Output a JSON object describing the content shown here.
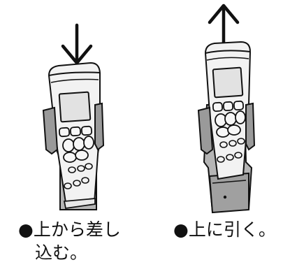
{
  "panels": [
    {
      "action": "insert",
      "arrow_direction": "down",
      "caption_lines": [
        "●上から差し",
        "込む。"
      ]
    },
    {
      "action": "pull-out",
      "arrow_direction": "up",
      "caption_lines": [
        "●上に引く。"
      ]
    }
  ],
  "colors": {
    "outline": "#111111",
    "remote_body": "#f2f2f2",
    "holder_gray": "#a8a8a8",
    "holder_dark": "#8a8a8a",
    "screen": "#e6e6e6"
  }
}
